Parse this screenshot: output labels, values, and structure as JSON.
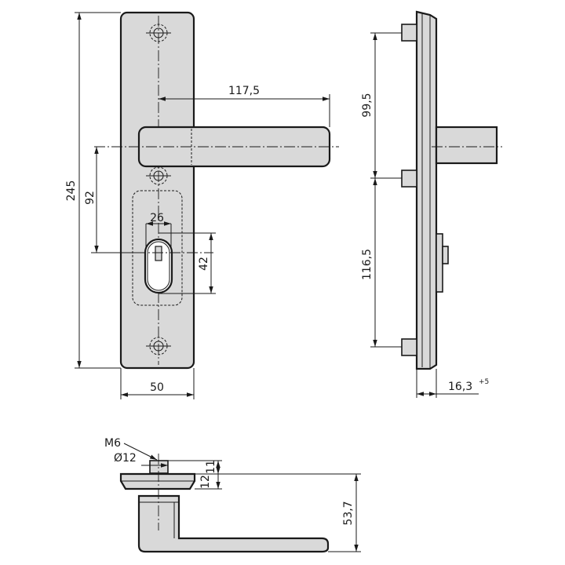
{
  "dimensions": {
    "total_height": "245",
    "handle_to_cylinder": "92",
    "handle_length": "117,5",
    "cylinder_width": "26",
    "cylinder_height": "42",
    "plate_width": "50",
    "upper_spacing": "99,5",
    "lower_spacing": "116,5",
    "plate_depth": "16,3",
    "plate_depth_tolerance": "+5",
    "thread": "M6",
    "stud_diameter": "Ø12",
    "stud_height_a": "11",
    "stud_height_b": "12",
    "handle_projection": "53,7"
  },
  "colors": {
    "part_fill": "#d9d9d9",
    "line": "#1a1a1a"
  }
}
